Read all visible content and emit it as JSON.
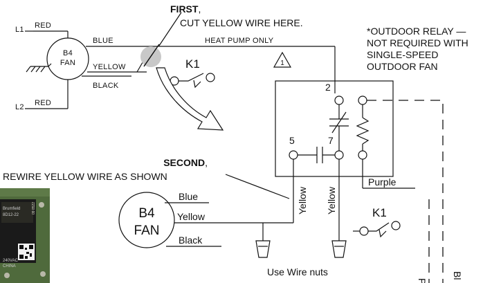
{
  "diagram": {
    "top_fan": {
      "l1_label": "L1",
      "l1_wire": "RED",
      "l2_label": "L2",
      "l2_wire": "RED",
      "motor_line1": "B4",
      "motor_line2": "FAN",
      "blue_wire": "BLUE",
      "yellow_wire": "YELLOW",
      "black_wire": "BLACK"
    },
    "first_step": {
      "bold": "FIRST",
      "comma": ",",
      "text": "CUT YELLOW WIRE HERE."
    },
    "heat_pump_label": "HEAT PUMP ONLY",
    "note_triangle": "1",
    "relay_note": [
      "*OUTDOOR RELAY —",
      "NOT REQUIRED WITH",
      "SINGLE-SPEED",
      "OUTDOOR FAN"
    ],
    "k1_top": "K1",
    "k1_bottom": "K1",
    "relay_terminals": {
      "t2": "2",
      "t5": "5",
      "t7": "7"
    },
    "purple_label": "Purple",
    "second_step": {
      "bold": "SECOND",
      "comma": ",",
      "text": "REWIRE YELLOW WIRE AS SHOWN"
    },
    "bottom_fan": {
      "line1": "B4",
      "line2": "FAN",
      "blue": "Blue",
      "yellow": "Yellow",
      "black": "Black"
    },
    "vertical_yellow_1": "Yellow",
    "vertical_yellow_2": "Yellow",
    "wire_nuts_label": "Use Wire nuts",
    "edge_label_p": "P",
    "edge_label_bl": "Bl",
    "photo": {
      "brand_text": "Brumfield",
      "part_text": "8D12-22",
      "code_text": "09 8522",
      "voltage_text": "240VAC",
      "origin_text": "CHINA"
    },
    "colors": {
      "line": "#111111",
      "cut_marker": "#c8c8c8",
      "board_green": "#4f6a3c",
      "board_dark": "#2a2a24",
      "relay_black": "#1a1a1a"
    }
  }
}
